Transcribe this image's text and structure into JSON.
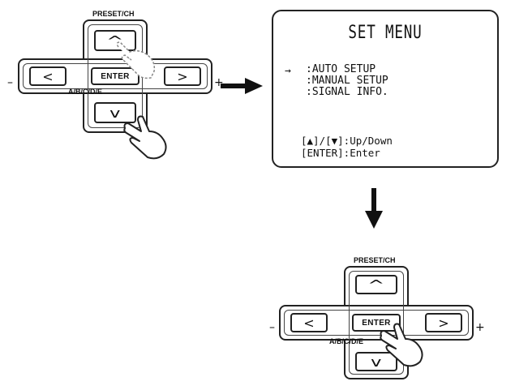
{
  "remote": {
    "preset_label": "PRESET/CH",
    "group_label": "A/B/C/D/E",
    "enter_label": "ENTER",
    "up_glyph": "^",
    "down_glyph": "v",
    "left_glyph": "<",
    "right_glyph": ">",
    "minus": "–",
    "plus": "+"
  },
  "screen": {
    "title": "SET MENU",
    "cursor": "→",
    "items": [
      ":AUTO SETUP",
      ":MANUAL SETUP",
      ":SIGNAL INFO."
    ],
    "help_line1": "[▲]/[▼]:Up/Down",
    "help_line2": "[ENTER]:Enter"
  },
  "icons": [
    "hand-pointer-icon",
    "arrow-right-icon",
    "arrow-down-icon"
  ],
  "colors": {
    "line": "#222222",
    "background": "#ffffff"
  }
}
